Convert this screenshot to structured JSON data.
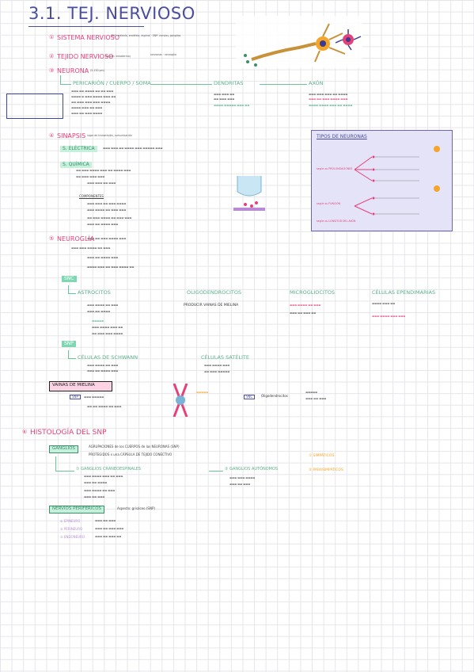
{
  "title": "3.1. TEJ. NERVIOSO",
  "s1": {
    "num": "①",
    "label": "SISTEMA NERVIOSO",
    "sub": "SNC: médula, encéfalo, espinal · SNP: nervios, ganglios"
  },
  "s2": {
    "num": "②",
    "label": "TEJIDO NERVIOSO",
    "paren": "(origen: ectodermo)",
    "sub": "neuronas · neuroglía"
  },
  "s3": {
    "num": "③",
    "label": "NEURONA",
    "paren": "(5-150 μm)"
  },
  "neuron_parts": {
    "pericarion": "PERICARIÓN / CUERPO / SOMA",
    "dendritas": "DENDRITAS",
    "axon": "AXÓN"
  },
  "s4": {
    "num": "④",
    "label": "SINAPSIS",
    "sub": "lugar de transmisión, comunicación"
  },
  "sinapsis": {
    "electrica": "S. ELÉCTRICA",
    "quimica": "S. QUÍMICA",
    "componentes": "COMPONENTES"
  },
  "tipos": {
    "title": "TIPOS DE NEURONAS",
    "a": "según su PROLONGACIONES",
    "b": "según su FUNCIÓN",
    "c": "según su LONGITUD DEL AXÓN"
  },
  "s5": {
    "num": "⑤",
    "label": "NEUROGLÍA"
  },
  "snc": {
    "box": "SNC",
    "astrocitos": "ASTROCITOS",
    "oligo": "OLIGODENDROCITOS",
    "micro": "MICROGLIOCITOS",
    "epend": "CÉLULAS EPENDIMARIAS",
    "producir": "PRODUCIR VAINAS DE MIELINA"
  },
  "snp": {
    "box": "SNP",
    "schwann": "CÉLULAS DE SCHWANN",
    "satelite": "CÉLULAS SATÉLITE"
  },
  "vainas": {
    "title": "VAINAS DE MIELINA",
    "snp": "SNP",
    "snc": "SNC",
    "oligo_txt": "Oligodendrocitos"
  },
  "s6": {
    "num": "⑥",
    "label": "HISTOLOGÍA DEL SNP"
  },
  "ganglios": {
    "box": "GANGLIOS",
    "desc": "AGRUPACIONES de los CUERPOS de las NEURONAS (SNP)",
    "desc2": "PROTEGIDOS x una CÁPSULA DE TEJIDO CONECTIVO",
    "cranio": "① GANGLIOS CRANEOESPINALES",
    "auto": "② GANGLIOS AUTÓNOMOS",
    "simp": "① SIMPÁTICOS",
    "parasimp": "② PARASIMPÁTICOS"
  },
  "nervios": {
    "box": "NERVIOS PERIFÉRICOS",
    "tag": "Aspecto: grisáceo (SNP)",
    "epineuro": "① EPINEURO",
    "perineuro": "② PERINEURO",
    "endoneuro": "③ ENDONEURO"
  },
  "colors": {
    "ink": "#4a4e9c",
    "pink": "#e6407a",
    "green": "#58b08a",
    "mint": "#7fd7b2",
    "purple_bg": "#e4e3f8"
  }
}
